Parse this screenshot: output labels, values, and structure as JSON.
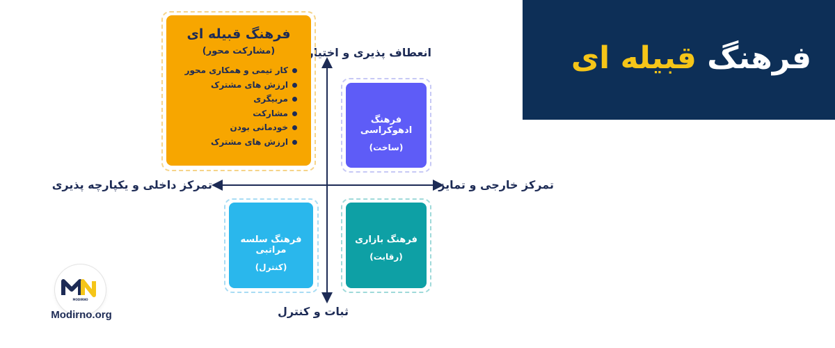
{
  "banner": {
    "word1": "فرهنگ",
    "word2": "قبیله ای"
  },
  "axes": {
    "top": "انعطاف پذیری و اختیار",
    "bottom": "ثبات و کنترل",
    "left": "تمرکز داخلی و یکپارچه پذیری",
    "right": "تمرکز خارجی و تمایز"
  },
  "quadrants": {
    "clan": {
      "title": "فرهنگ قبیله ای",
      "subtitle": "(مشارکت محور)",
      "items": [
        "کار تیمی و همکاری محور",
        "ارزش های مشترک",
        "مربیگری",
        "مشارکت",
        "خودمانی بودن",
        "ارزش های مشترک"
      ]
    },
    "adhocracy": {
      "title": "فرهنگ ادهوکراسی",
      "subtitle": "(ساخت)"
    },
    "market": {
      "title": "فرهنگ بازاری",
      "subtitle": "(رقابت)"
    },
    "hierarchy": {
      "title": "فرهنگ سلسه مراتبی",
      "subtitle": "(کنترل)"
    }
  },
  "logo": {
    "mark": "MN",
    "tagline": "MODIRNO",
    "site": "Modirno.org"
  },
  "colors": {
    "banner_bg": "#0d2f57",
    "banner_accent": "#f5c518",
    "clan": "#f7a600",
    "adhocracy": "#5e5cf7",
    "market": "#0ea0a5",
    "hierarchy": "#2ab7ec",
    "axis": "#1d2b55"
  }
}
